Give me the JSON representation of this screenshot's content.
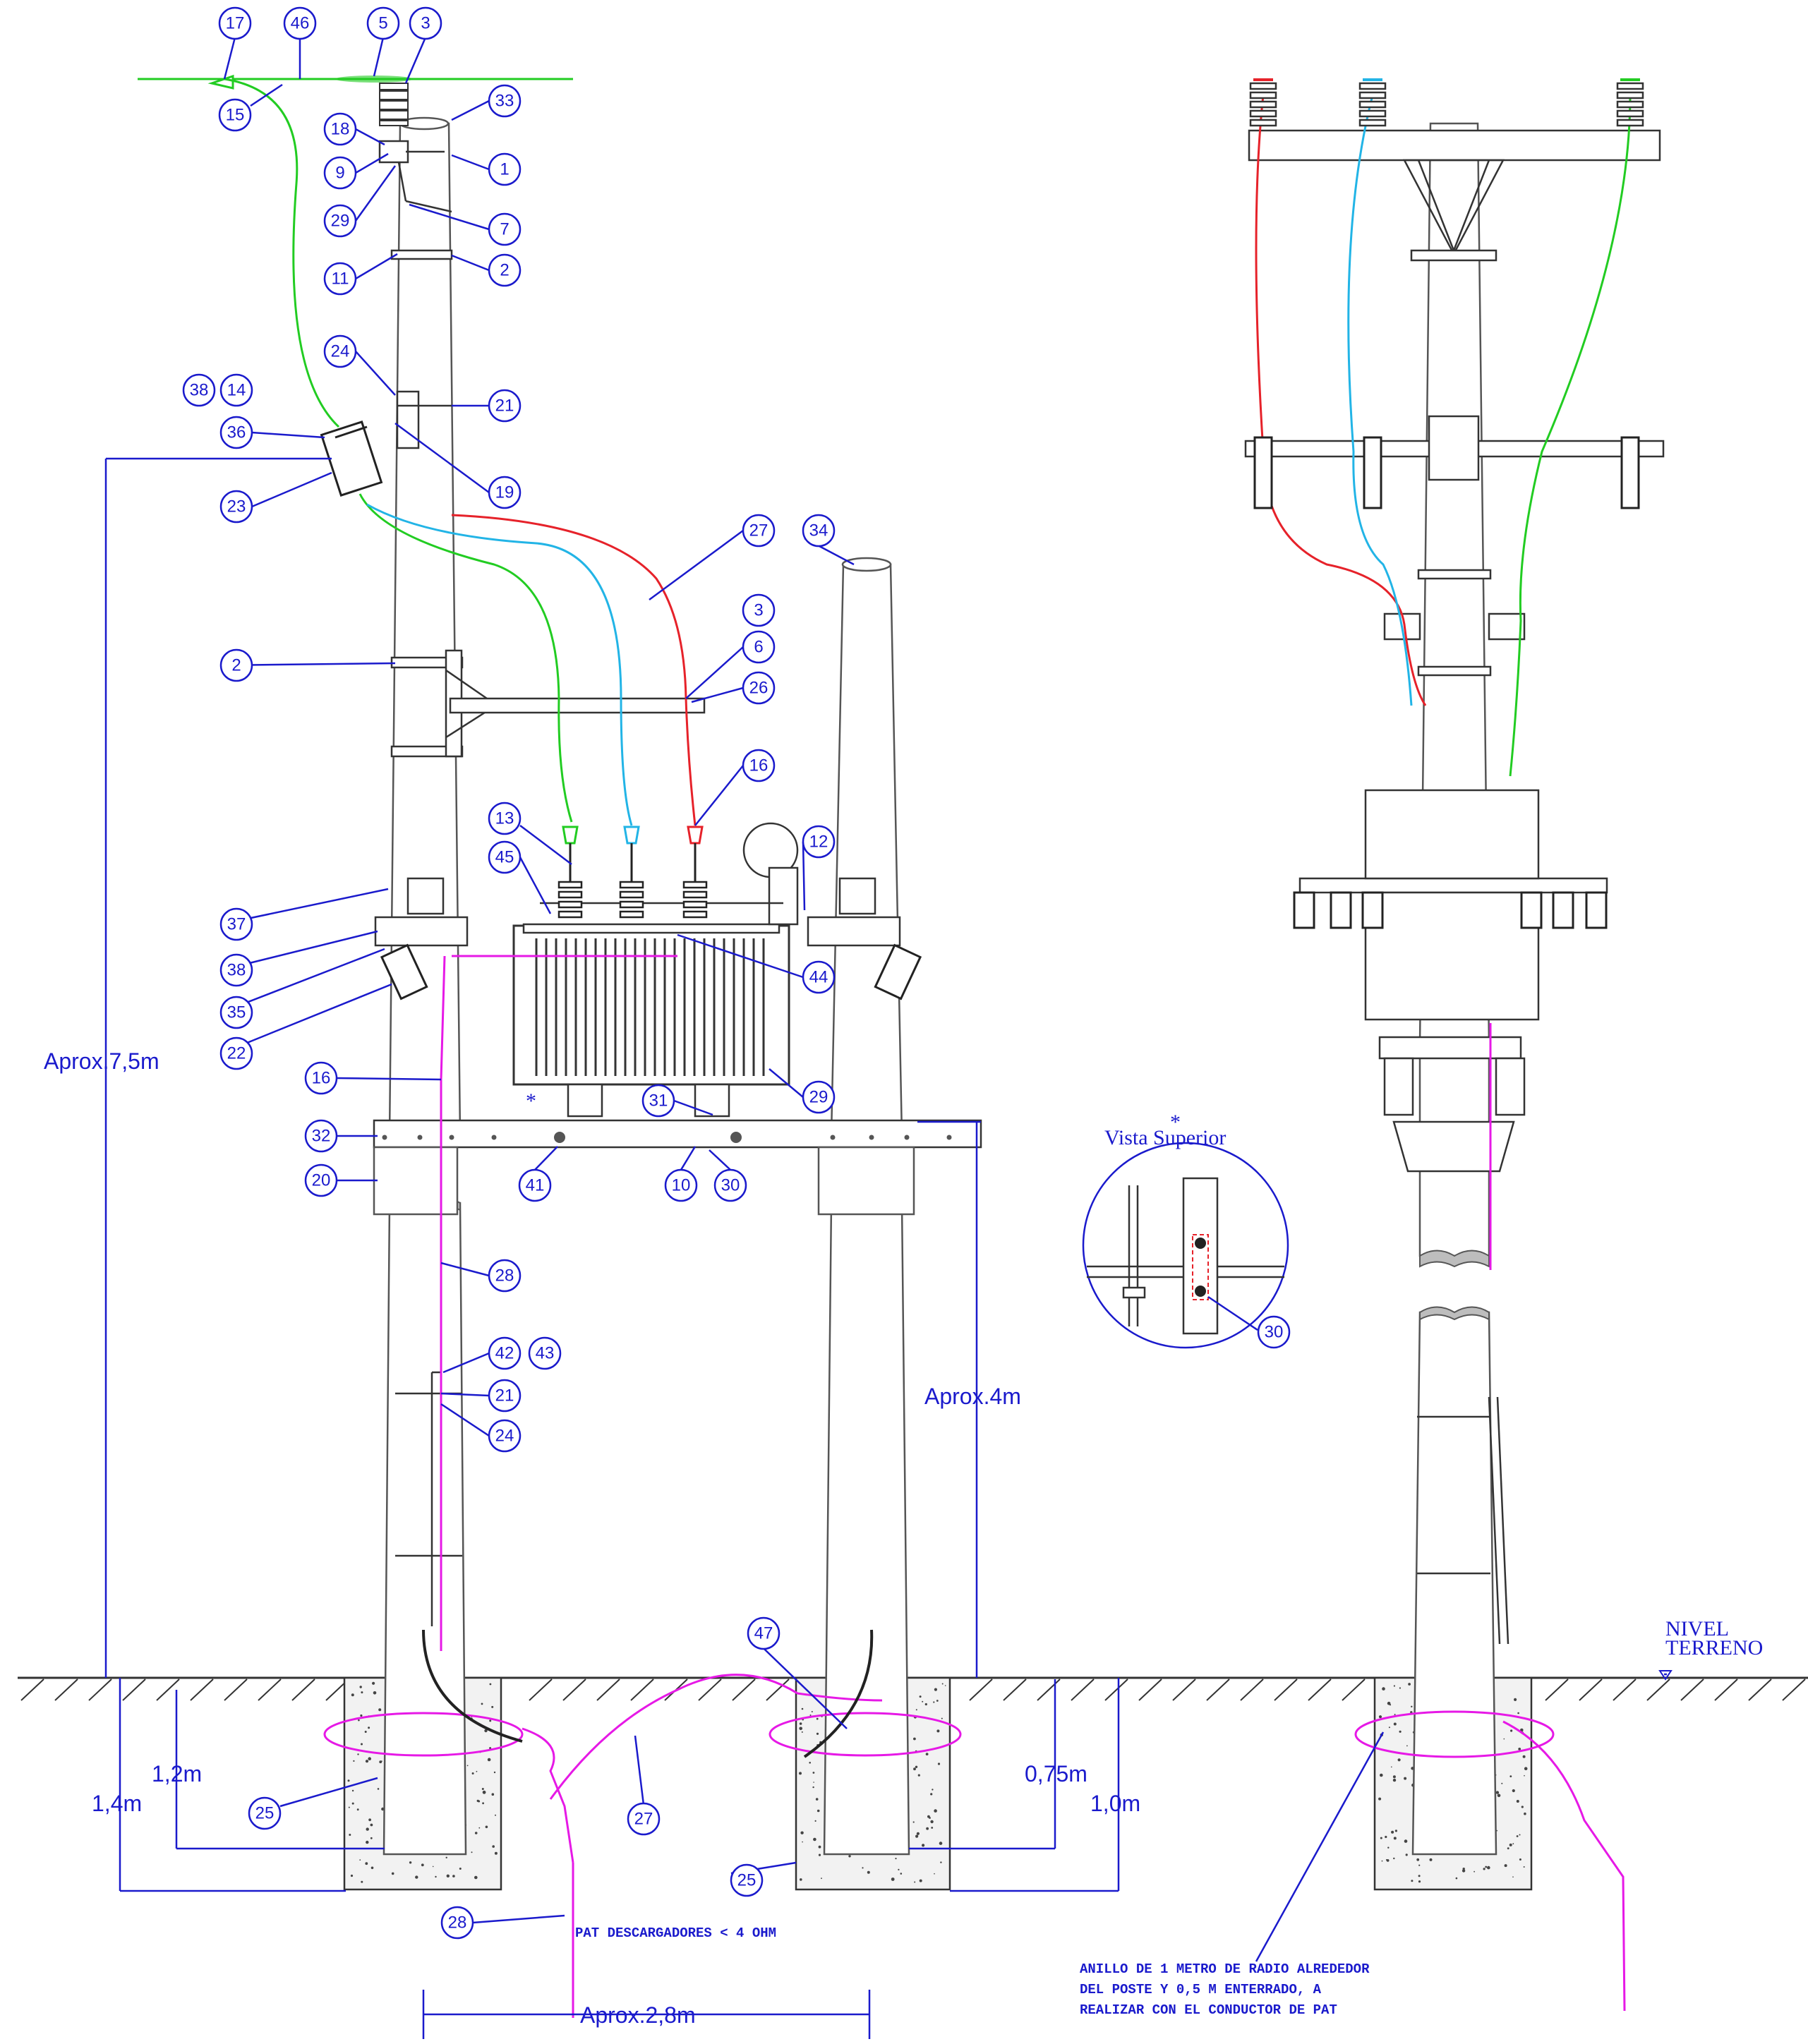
{
  "callouts": [
    {
      "id": "c17a",
      "label": "17"
    },
    {
      "id": "c46",
      "label": "46"
    },
    {
      "id": "c5",
      "label": "5"
    },
    {
      "id": "c3a",
      "label": "3"
    },
    {
      "id": "c15",
      "label": "15"
    },
    {
      "id": "c33",
      "label": "33"
    },
    {
      "id": "c18",
      "label": "18"
    },
    {
      "id": "c9",
      "label": "9"
    },
    {
      "id": "c1",
      "label": "1"
    },
    {
      "id": "c29a",
      "label": "29"
    },
    {
      "id": "c7",
      "label": "7"
    },
    {
      "id": "c11",
      "label": "11"
    },
    {
      "id": "c2a",
      "label": "2"
    },
    {
      "id": "c24a",
      "label": "24"
    },
    {
      "id": "c21a",
      "label": "21"
    },
    {
      "id": "c38a",
      "label": "38"
    },
    {
      "id": "c14",
      "label": "14"
    },
    {
      "id": "c36",
      "label": "36"
    },
    {
      "id": "c19",
      "label": "19"
    },
    {
      "id": "c23",
      "label": "23"
    },
    {
      "id": "c27a",
      "label": "27"
    },
    {
      "id": "c34",
      "label": "34"
    },
    {
      "id": "c3b",
      "label": "3"
    },
    {
      "id": "c6",
      "label": "6"
    },
    {
      "id": "c2b",
      "label": "2"
    },
    {
      "id": "c26",
      "label": "26"
    },
    {
      "id": "c16a",
      "label": "16"
    },
    {
      "id": "c13",
      "label": "13"
    },
    {
      "id": "c12",
      "label": "12"
    },
    {
      "id": "c45",
      "label": "45"
    },
    {
      "id": "c37",
      "label": "37"
    },
    {
      "id": "c44",
      "label": "44"
    },
    {
      "id": "c38b",
      "label": "38"
    },
    {
      "id": "c35",
      "label": "35"
    },
    {
      "id": "c22",
      "label": "22"
    },
    {
      "id": "c16b",
      "label": "16"
    },
    {
      "id": "c29b",
      "label": "29"
    },
    {
      "id": "c31",
      "label": "31"
    },
    {
      "id": "c32",
      "label": "32"
    },
    {
      "id": "c20",
      "label": "20"
    },
    {
      "id": "c41",
      "label": "41"
    },
    {
      "id": "c10",
      "label": "10"
    },
    {
      "id": "c30a",
      "label": "30"
    },
    {
      "id": "c28a",
      "label": "28"
    },
    {
      "id": "c42",
      "label": "42"
    },
    {
      "id": "c43",
      "label": "43"
    },
    {
      "id": "c21b",
      "label": "21"
    },
    {
      "id": "c24b",
      "label": "24"
    },
    {
      "id": "c47",
      "label": "47"
    },
    {
      "id": "c25a",
      "label": "25"
    },
    {
      "id": "c27b",
      "label": "27"
    },
    {
      "id": "c25b",
      "label": "25"
    },
    {
      "id": "c28b",
      "label": "28"
    },
    {
      "id": "c30b",
      "label": "30"
    }
  ],
  "dimensions": {
    "height_total": "Aprox.7,5m",
    "height_platform": "Aprox.4m",
    "pole_spacing": "Aprox.2,8m",
    "depth_left_outer": "1,4m",
    "depth_left_inner": "1,2m",
    "depth_right_inner": "0,75m",
    "depth_right_outer": "1,0m"
  },
  "labels": {
    "star": "*",
    "top_view_star": "*",
    "top_view_title": "Vista Superior",
    "ground_line1": "NIVEL",
    "ground_line2": "TERRENO",
    "pat_note": "PAT DESCARGADORES < 4 OHM",
    "ring_note_line1": "ANILLO DE 1 METRO DE RADIO ALREDEDOR",
    "ring_note_line2": "DEL  POSTE  Y  0,5  M  ENTERRADO,  A",
    "ring_note_line3": "REALIZAR CON EL CONDUCTOR DE PAT"
  },
  "colors": {
    "annotation": "#1a1acc",
    "phase_green": "#22cc22",
    "phase_cyan": "#22b4e6",
    "phase_red": "#e6222a",
    "grounding_magenta": "#e619e6"
  }
}
